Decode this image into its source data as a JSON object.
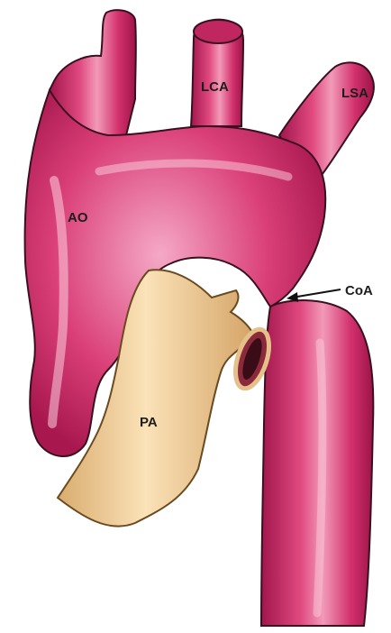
{
  "labels": {
    "ao": "AO",
    "lca": "LCA",
    "lsa": "LSA",
    "coa": "CoA",
    "pa": "PA"
  },
  "colors": {
    "aorta_mid": "#d2306c",
    "aorta_dark": "#a0164c",
    "aorta_light": "#f29ab8",
    "pa_mid": "#f0c98f",
    "pa_dark": "#c99a5c",
    "pa_light": "#fbe6c4",
    "outline": "#3a1020",
    "background": "#ffffff"
  }
}
